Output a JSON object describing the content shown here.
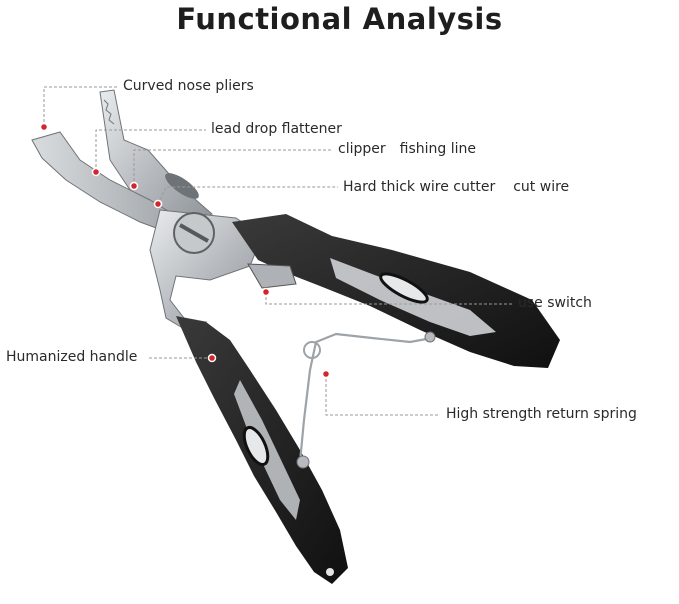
{
  "title": "Functional Analysis",
  "callouts": {
    "curved_nose": "Curved nose pliers",
    "lead_drop": "lead drop flattener",
    "clipper": "clipper",
    "fishing_line": "fishing line",
    "wire_cutter": "Hard thick wire cutter",
    "cut_wire": "cut wire",
    "use_switch": "use switch",
    "handle": "Humanized handle",
    "spring": "High strength return spring"
  },
  "colors": {
    "marker": "#d4242c",
    "leader": "#9a9a9a",
    "handle": "#1c1c1c",
    "steel": "#c8cbce"
  }
}
